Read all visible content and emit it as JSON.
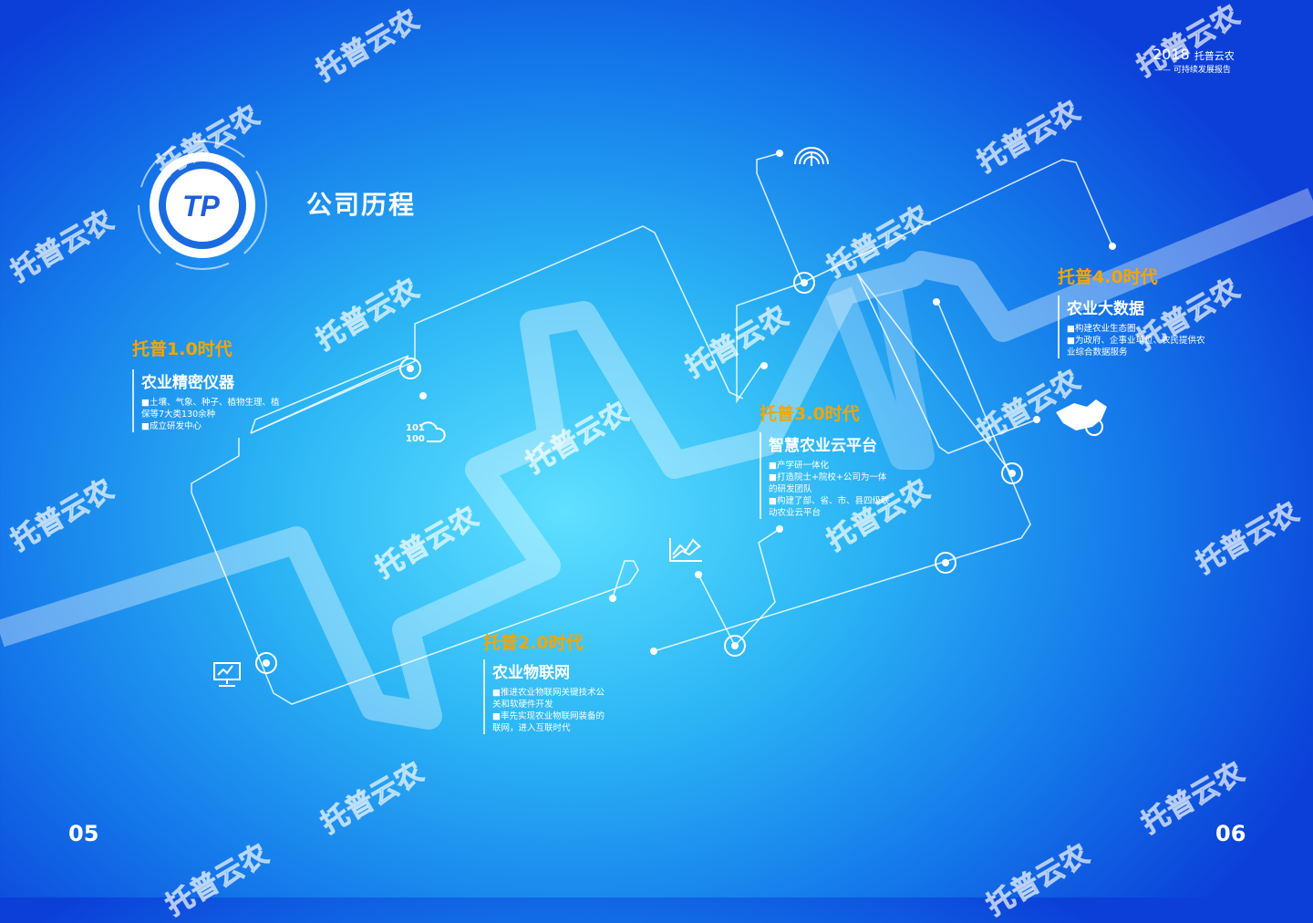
{
  "header": {
    "year": "2018",
    "brand": "托普云农",
    "subtitle": "—— 可持续发展报告"
  },
  "title": "公司历程",
  "logo_text": "TP",
  "eras": [
    {
      "label": "托普1.0时代",
      "heading": "农业精密仪器",
      "bullets": [
        "■土壤、气象、种子、植物生理、植保等7大类130余种",
        "■成立研发中心"
      ]
    },
    {
      "label": "托普2.0时代",
      "heading": "农业物联网",
      "bullets": [
        "■推进农业物联网关键技术公关和软硬件开发",
        "■率先实现农业物联网装备的联网，进入互联时代"
      ]
    },
    {
      "label": "托普3.0时代",
      "heading": "智慧农业云平台",
      "bullets": [
        "■产学研一体化",
        "■打造院士+院校+公司为一体的研发团队",
        "■构建了部、省、市、县四级联动农业云平台"
      ]
    },
    {
      "label": "托普4.0时代",
      "heading": "农业大数据",
      "bullets": [
        "■构建农业生态圈",
        "■为政府、企事业单位、农民提供农业综合数据服务"
      ]
    }
  ],
  "cloud_icon_text": "101 100",
  "pages": {
    "left": "05",
    "right": "06"
  },
  "watermark": "托普云农",
  "colors": {
    "accent": "#f7a400",
    "bg_center": "#5fe0ff",
    "bg_edge": "#0b3fd8"
  }
}
